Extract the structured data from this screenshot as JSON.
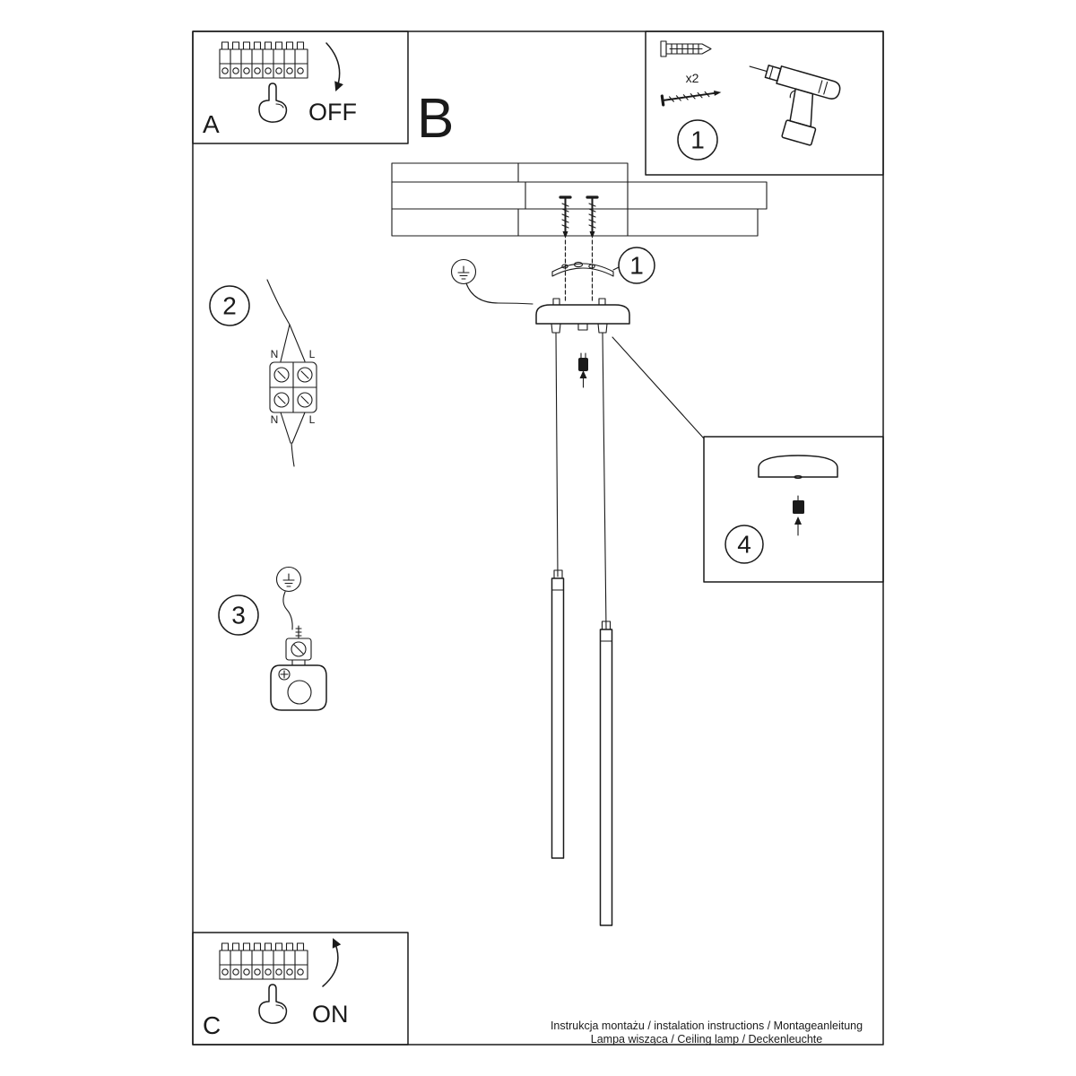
{
  "sheet": {
    "panel_a": {
      "label": "A",
      "action": "OFF"
    },
    "panel_b": {
      "label": "B"
    },
    "panel_c": {
      "label": "C",
      "action": "ON"
    },
    "kit_box": {
      "step": "1",
      "anchor_qty": "x2"
    },
    "steps": {
      "s1": "1",
      "s2": "2",
      "s3": "3",
      "s4": "4"
    },
    "wiring": {
      "n_top": "N",
      "l_top": "L",
      "n_bottom": "N",
      "l_bottom": "L"
    },
    "footer": {
      "line1": "Instrukcja montażu / instalation instructions / Montageanleitung",
      "line2": "Lampa wisząca / Ceiling lamp / Deckenleuchte"
    },
    "colors": {
      "ink": "#1a1a1a",
      "paper": "#ffffff"
    }
  }
}
